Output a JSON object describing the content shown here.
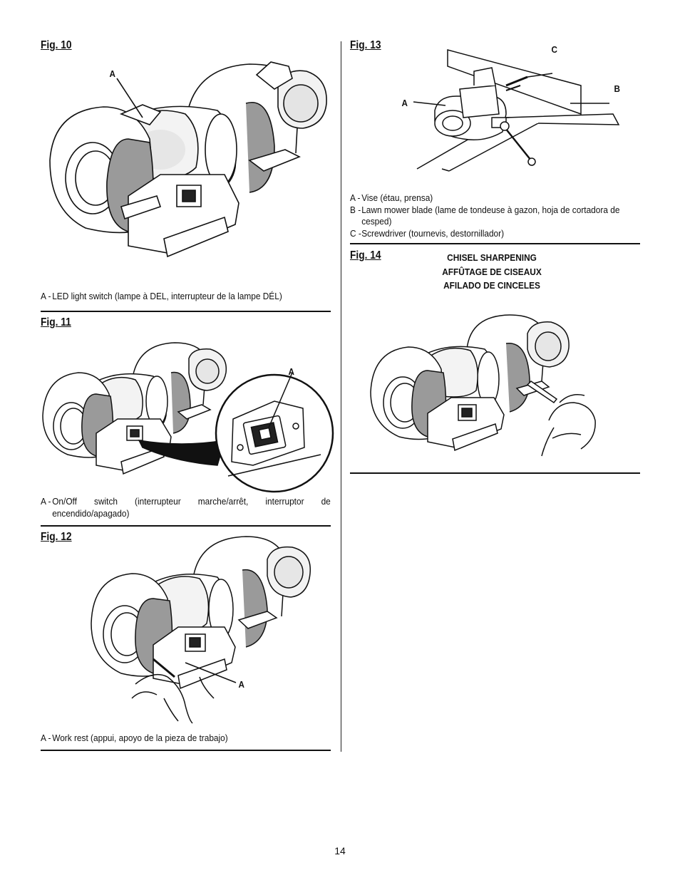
{
  "fig10": {
    "title": "Fig. 10",
    "label_a": "A",
    "caption": [
      {
        "key": "A -",
        "text": "LED light switch (lampe à DEL, interrupteur de la lampe DÉL)"
      }
    ]
  },
  "fig11": {
    "title": "Fig. 11",
    "label_a": "A",
    "caption": [
      {
        "key": "A -",
        "text": "On/Off switch (interrupteur marche/arrêt, interruptor de encendido/apagado)"
      }
    ]
  },
  "fig12": {
    "title": "Fig. 12",
    "label_a": "A",
    "caption": [
      {
        "key": "A -",
        "text": "Work rest (appui, apoyo de la pieza de trabajo)"
      }
    ]
  },
  "fig13": {
    "title": "Fig. 13",
    "label_a": "A",
    "label_b": "B",
    "label_c": "C",
    "caption": [
      {
        "key": "A -",
        "text": "Vise (étau, prensa)"
      },
      {
        "key": "B -",
        "text": "Lawn mower blade (lame de tondeuse à gazon, hoja de cortadora de cesped)"
      },
      {
        "key": "C -",
        "text": "Screwdriver (tournevis, destornillador)"
      }
    ]
  },
  "fig14": {
    "title": "Fig. 14",
    "heading": [
      "CHISEL SHARPENING",
      "AFFÛTAGE DE CISEAUX",
      "AFILADO DE CINCELES"
    ]
  },
  "page_number": "14"
}
